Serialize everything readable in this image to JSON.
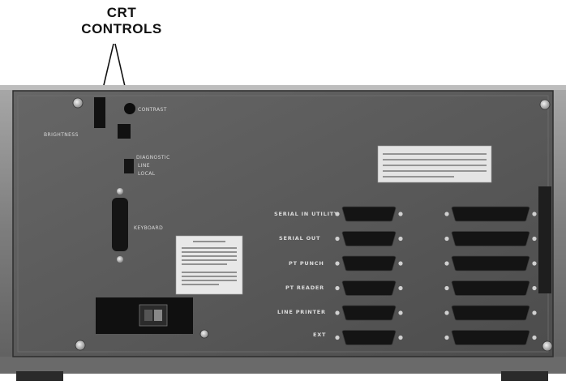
{
  "callout": {
    "line1": "CRT",
    "line2": "CONTROLS"
  },
  "panel_labels": {
    "brightness": "BRIGHTNESS",
    "contrast": "CONTRAST",
    "diagnostic": "DIAGNOSTIC",
    "line": "LINE",
    "local": "LOCAL",
    "keyboard": "KEYBOARD",
    "serial_in_utility": "SERIAL IN UTILITY",
    "serial_out": "SERIAL OUT",
    "pt_punch": "PT PUNCH",
    "pt_reader": "PT READER",
    "line_printer": "LINE PRINTER",
    "ext": "EXT"
  },
  "colors": {
    "panel": "#5a5a5a",
    "frame": "#8a8a8a",
    "connector": "#141414"
  },
  "icons": [
    "screw-icon",
    "knob-icon",
    "connector-icon"
  ]
}
